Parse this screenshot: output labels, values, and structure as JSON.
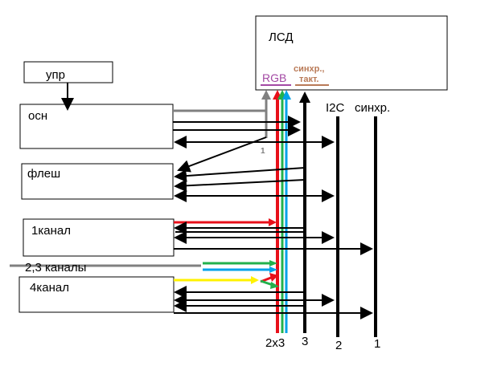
{
  "blocks": {
    "lcd": "ЛСД",
    "upr": "упр",
    "osn": "осн",
    "flash": "флеш",
    "ch1": "1канал",
    "ch4": "4канал"
  },
  "lcd_labels": {
    "rgb": "RGB",
    "sync_line1": "синхр.,",
    "sync_line2": "такт."
  },
  "bus_labels": {
    "i2c": "I2C",
    "sync": "синхр."
  },
  "inputs": {
    "ch23": "2,3 каналы"
  },
  "bottom_labels": {
    "rgb_count": "2x3",
    "three": "3",
    "two": "2",
    "one": "1"
  },
  "gray_marker": "1",
  "colors": {
    "red": "#e8101a",
    "green": "#22b14c",
    "blue": "#00a2e8",
    "yellow": "#fff200",
    "gray": "#808080",
    "purple": "#a349a4",
    "brown": "#b97a57"
  }
}
